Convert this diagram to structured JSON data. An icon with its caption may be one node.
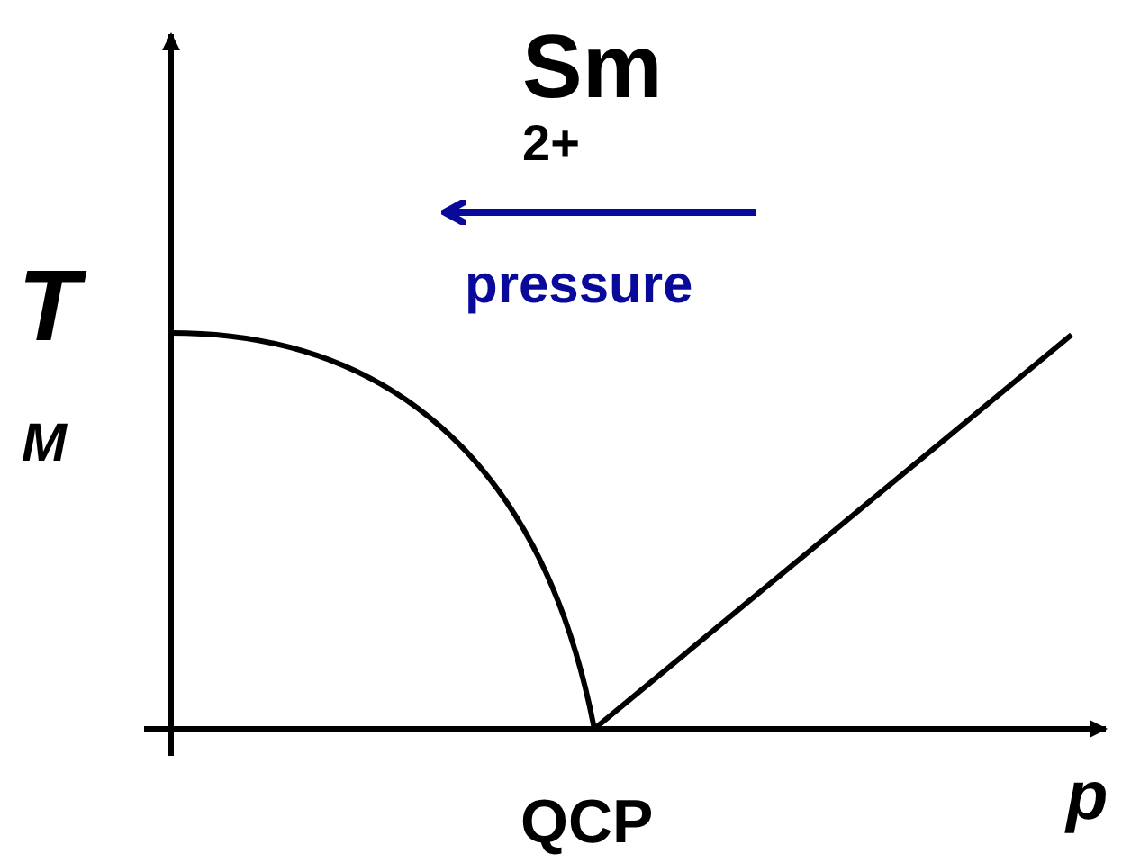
{
  "diagram": {
    "labels": [
      "Sm",
      "2+",
      "pressure",
      "T",
      "M",
      "QCP",
      "p"
    ]
  }
}
